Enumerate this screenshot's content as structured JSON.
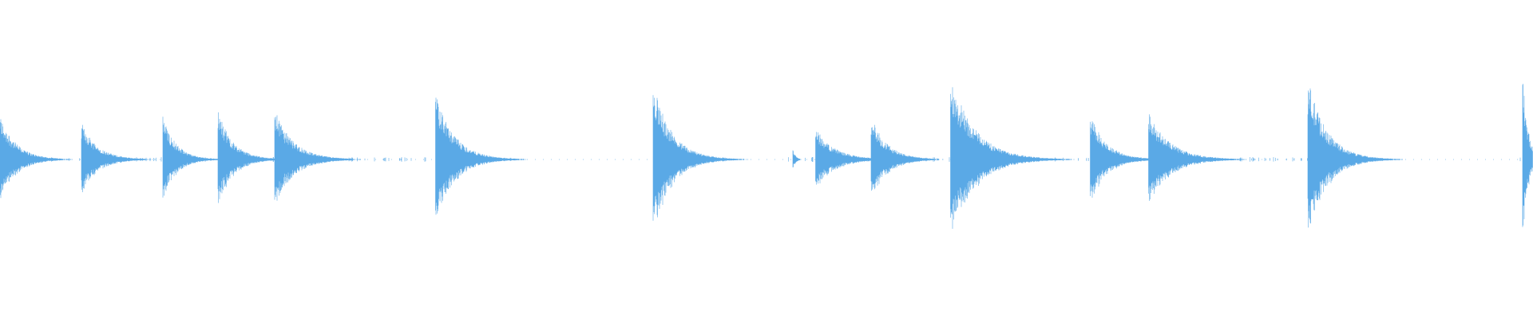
{
  "waveform": {
    "color": "#5aa9e6",
    "baseline_amplitude": 0.01,
    "transients": [
      {
        "t": 0.0,
        "amp": 0.28,
        "decay": 0.03
      },
      {
        "t": 0.053,
        "amp": 0.24,
        "decay": 0.03
      },
      {
        "t": 0.106,
        "amp": 0.28,
        "decay": 0.025
      },
      {
        "t": 0.142,
        "amp": 0.32,
        "decay": 0.028
      },
      {
        "t": 0.179,
        "amp": 0.32,
        "decay": 0.035
      },
      {
        "t": 0.284,
        "amp": 0.42,
        "decay": 0.035
      },
      {
        "t": 0.426,
        "amp": 0.48,
        "decay": 0.035
      },
      {
        "t": 0.517,
        "amp": 0.08,
        "decay": 0.005
      },
      {
        "t": 0.532,
        "amp": 0.2,
        "decay": 0.035
      },
      {
        "t": 0.568,
        "amp": 0.28,
        "decay": 0.03
      },
      {
        "t": 0.62,
        "amp": 0.54,
        "decay": 0.045
      },
      {
        "t": 0.711,
        "amp": 0.3,
        "decay": 0.03
      },
      {
        "t": 0.749,
        "amp": 0.3,
        "decay": 0.04
      },
      {
        "t": 0.853,
        "amp": 0.52,
        "decay": 0.035
      },
      {
        "t": 0.993,
        "amp": 0.58,
        "decay": 0.01
      }
    ],
    "gaps": [
      [
        0.34,
        0.43
      ],
      [
        0.475,
        0.51
      ],
      [
        0.56,
        0.565
      ],
      [
        0.612,
        0.617
      ],
      [
        0.705,
        0.708
      ],
      [
        0.9,
        0.99
      ]
    ]
  }
}
